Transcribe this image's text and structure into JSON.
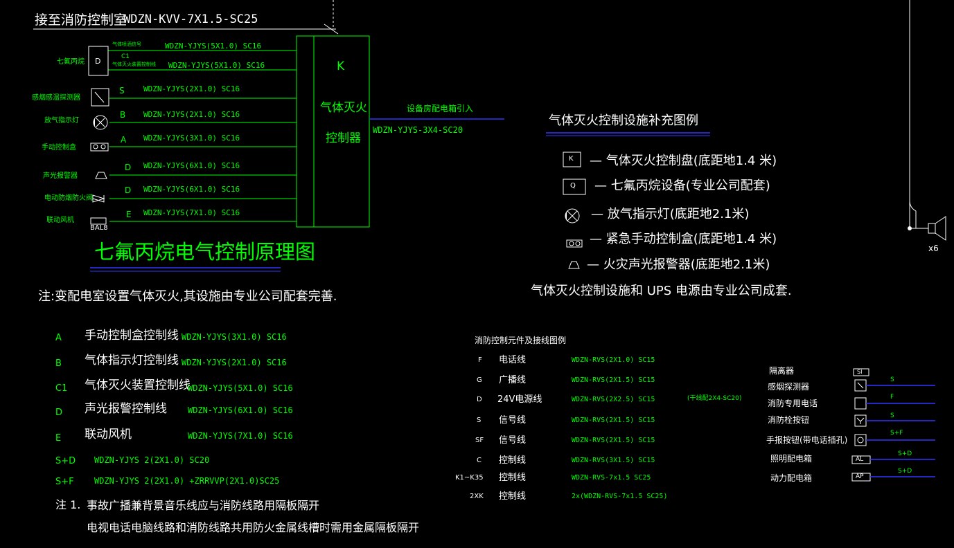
{
  "header": {
    "title": "接至消防控制室",
    "cable": "WDZN-KVV-7X1.5-SC25"
  },
  "panel": {
    "letter": "K",
    "line1": "气体灭火",
    "line2": "控制器",
    "feed_label": "设备房配电箱引入",
    "feed_cable": "WDZN-YJYS-3X4-SC20"
  },
  "devices": [
    {
      "label": "七氟丙烷",
      "code": "",
      "cable": "WDZN-YJYS(5X1.0) SC16",
      "wire": "气体喷洒信号"
    },
    {
      "label": "",
      "code": "C1",
      "cable": "WDZN-YJYS(5X1.0) SC16",
      "wire": "气体灭火装置控制线"
    },
    {
      "label": "感烟感温探测器",
      "code": "S",
      "cable": "WDZN-YJYS(2X1.0) SC16"
    },
    {
      "label": "放气指示灯",
      "code": "B",
      "cable": "WDZN-YJYS(2X1.0) SC16"
    },
    {
      "label": "手动控制盒",
      "code": "A",
      "cable": "WDZN-YJYS(3X1.0) SC16"
    },
    {
      "label": "声光报警器",
      "code": "D",
      "cable": "WDZN-YJYS(6X1.0) SC16"
    },
    {
      "label": "电动防烟防火阀",
      "code": "D",
      "cable": "WDZN-YJYS(6X1.0) SC16"
    },
    {
      "label": "联动风机",
      "code": "E",
      "cable": "WDZN-YJYS(7X1.0) SC16"
    }
  ],
  "device_box_letter": "D",
  "bal8": "BAL8",
  "diagram_title": "七氟丙烷电气控制原理图",
  "note1": "注:变配电室设置气体灭火,其设施由专业公司配套完善.",
  "legend_right": {
    "title": "气体灭火控制设施补充图例",
    "items": [
      {
        "sym": "K",
        "text": "— 气体灭火控制盘(底距地1.4 米)"
      },
      {
        "sym": "Q",
        "text": "— 七氟丙烷设备(专业公司配套)"
      },
      {
        "sym": "",
        "text": "— 放气指示灯(底距地2.1米)"
      },
      {
        "sym": "",
        "text": "— 紧急手动控制盒(底距地1.4 米)"
      },
      {
        "sym": "",
        "text": "— 火灾声光报警器(底距地2.1米)"
      }
    ],
    "footer": "气体灭火控制设施和 UPS 电源由专业公司成套."
  },
  "wire_table": [
    {
      "code": "A",
      "name": "手动控制盒控制线",
      "cable": "WDZN-YJYS(3X1.0) SC16"
    },
    {
      "code": "B",
      "name": "气体指示灯控制线",
      "cable": "WDZN-YJYS(2X1.0) SC16"
    },
    {
      "code": "C1",
      "name": "气体灭火装置控制线",
      "cable": "WDZN-YJYS(5X1.0) SC16"
    },
    {
      "code": "D",
      "name": "声光报警控制线",
      "cable": "WDZN-YJYS(6X1.0) SC16"
    },
    {
      "code": "E",
      "name": "联动风机",
      "cable": "WDZN-YJYS(7X1.0) SC16"
    },
    {
      "code": "S+D",
      "name": "",
      "cable": "WDZN-YJYS 2(2X1.0) SC20"
    },
    {
      "code": "S+F",
      "name": "",
      "cable": "WDZN-YJYS 2(2X1.0) +ZRRVVP(2X1.0)SC25"
    }
  ],
  "note2": {
    "prefix": "注 1.",
    "line1": "事故广播兼背景音乐线应与消防线路用隔板隔开",
    "line2": "电视电话电脑线路和消防线路共用防火金属线槽时需用金属隔板隔开"
  },
  "fire_legend": {
    "title": "消防控制元件及接线图例",
    "rows": [
      {
        "code": "F",
        "name": "电话线",
        "cable": "WDZN-RVS(2X1.0) SC15",
        "note": ""
      },
      {
        "code": "G",
        "name": "广播线",
        "cable": "WDZN-RVS(2X1.5) SC15",
        "note": ""
      },
      {
        "code": "D",
        "name": "24V电源线",
        "cable": "WDZN-RVS(2X2.5) SC15",
        "note": "(干线配2X4-SC20)"
      },
      {
        "code": "S",
        "name": "信号线",
        "cable": "WDZN-RVS(2X1.5) SC15",
        "note": ""
      },
      {
        "code": "SF",
        "name": "信号线",
        "cable": "WDZN-RVS(2X1.5) SC15",
        "note": ""
      },
      {
        "code": "C",
        "name": "控制线",
        "cable": "WDZN-RVS(3X1.5) SC15",
        "note": ""
      },
      {
        "code": "K1~K35",
        "name": "控制线",
        "cable": "WDZN-RVS-7x1.5 SC25",
        "note": ""
      },
      {
        "code": "2XK",
        "name": "控制线",
        "cable": "2x(WDZN-RVS-7x1.5 SC25)",
        "note": ""
      }
    ]
  },
  "symbol_legend": {
    "items": [
      {
        "name": "隔离器",
        "sym": "SI",
        "line": ""
      },
      {
        "name": "感烟探测器",
        "sym": "",
        "line": "S"
      },
      {
        "name": "消防专用电话",
        "sym": "",
        "line": "F"
      },
      {
        "name": "消防栓按钮",
        "sym": "",
        "line": "S"
      },
      {
        "name": "手报按钮(带电话插孔)",
        "sym": "",
        "line": "S+F"
      },
      {
        "name": "照明配电箱",
        "sym": "AL",
        "line": "S+D"
      },
      {
        "name": "动力配电箱",
        "sym": "AP",
        "line": "S+D"
      }
    ]
  },
  "speaker_count": "x6",
  "colors": {
    "wire": "#00ff00",
    "text": "#ffffff",
    "accent": "#3333ff"
  }
}
